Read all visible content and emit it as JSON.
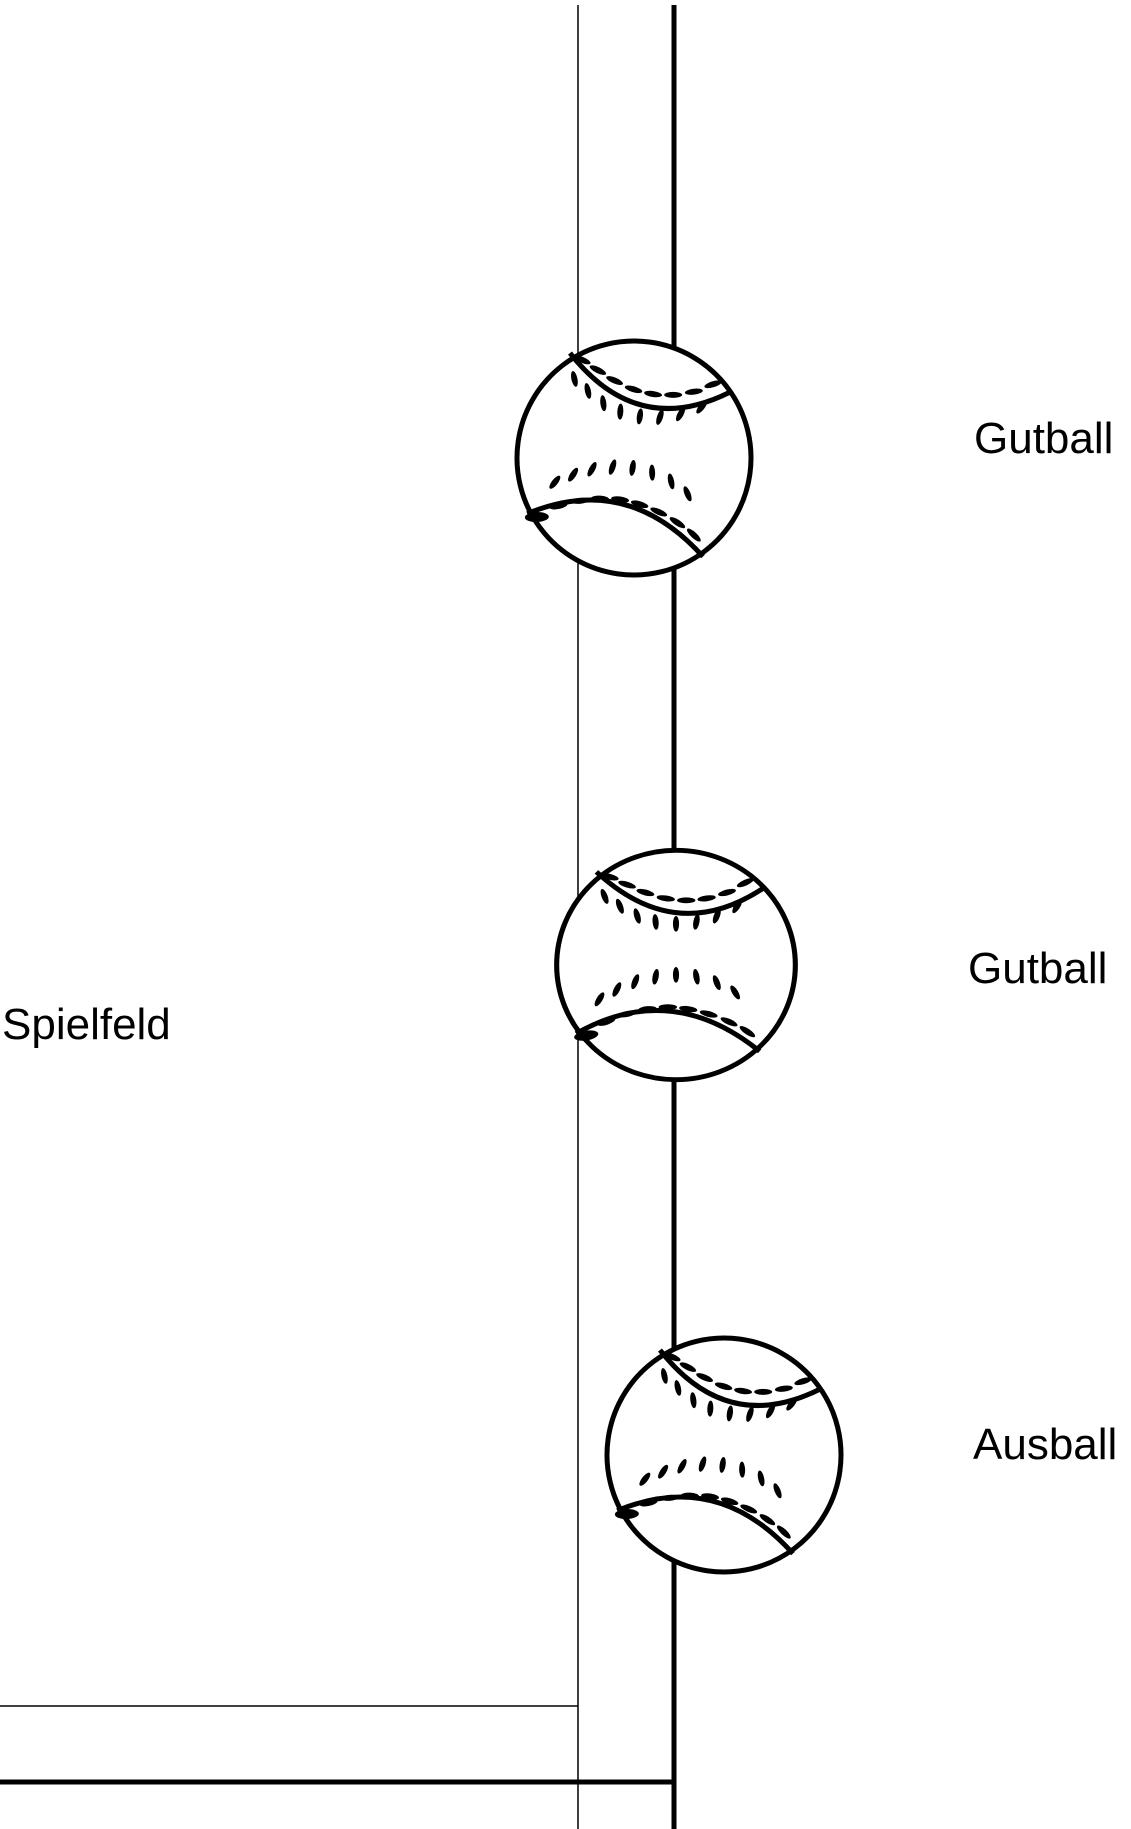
{
  "labels": {
    "field": "Spielfeld",
    "ball_top": "Gutball",
    "ball_middle": "Gutball",
    "ball_bottom": "Ausball"
  },
  "colors": {
    "line": "#000000",
    "background": "#ffffff"
  },
  "icons": {
    "ball": "baseball-icon"
  }
}
